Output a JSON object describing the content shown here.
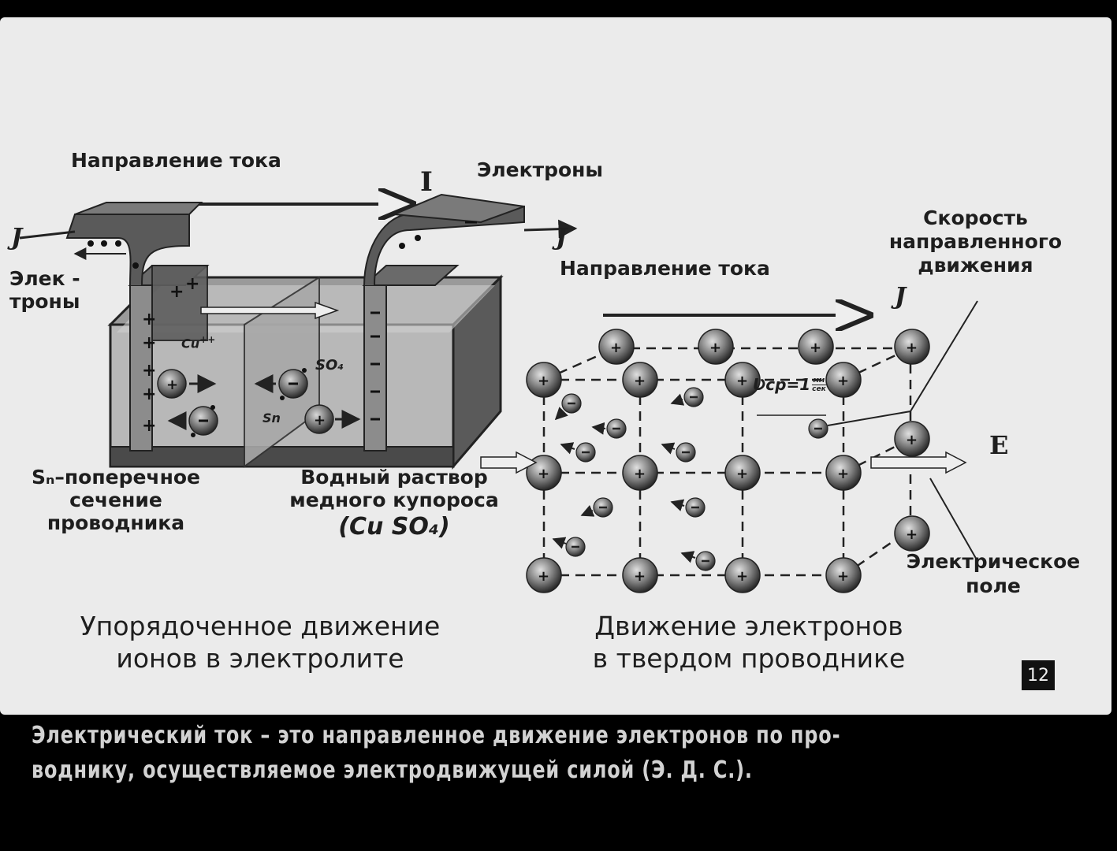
{
  "slide_number": "12",
  "left_diagram": {
    "current_direction": "Направление тока",
    "current_symbol_I": "I",
    "electrons_top": "Электроны",
    "J_left": "J",
    "J_right": "J",
    "electrons_left_line1": "Элек -",
    "electrons_left_line2": "троны",
    "cu_ion": "Cu",
    "cu_charge": "++",
    "so4_ion": "SO₄",
    "sn_label": "Sn",
    "cross_section_line1": "Sₙ–поперечное",
    "cross_section_line2": "сечение",
    "cross_section_line3": "проводника",
    "solution_line1": "Водный раствор",
    "solution_line2": "медного купороса",
    "solution_line3": "(Cu SO₄)",
    "title_line1": "Упорядоченное движение",
    "title_line2": "ионов в электролите"
  },
  "right_diagram": {
    "speed_line1": "Скорость",
    "speed_line2": "направленного",
    "speed_line3": "движения",
    "current_direction": "Направление тока",
    "J_symbol": "J",
    "velocity": "Ʋср=1",
    "velocity_unit_num": "мм",
    "velocity_unit_den": "сек",
    "E_symbol": "E",
    "field_line1": "Электрическое",
    "field_line2": "поле",
    "title_line1": "Движение электронов",
    "title_line2": "в твердом проводнике"
  },
  "caption": {
    "line1": "Электрический ток – это направленное движение электронов по про-",
    "line2": "воднику, осуществляемое электродвижущей силой (Э. Д. С.)."
  }
}
